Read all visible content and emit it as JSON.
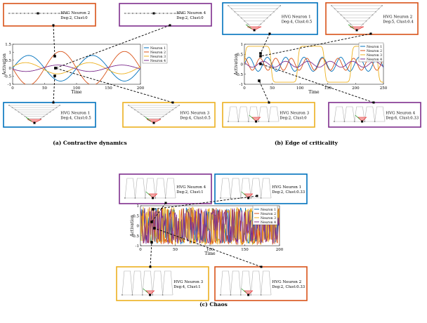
{
  "colors": {
    "neuron1": "#0072BD",
    "neuron2": "#D95319",
    "neuron3": "#EDB120",
    "neuron4": "#7E2F8E",
    "hvg_edge": "#b0b0b0",
    "hvg_node": "#666666",
    "highlight_green": "#2ca02c",
    "highlight_red": "#e41a1c"
  },
  "panels": [
    {
      "caption": "(a) Contractive dynamics",
      "chart_data": {
        "type": "line",
        "xlabel": "Time",
        "ylabel": "Activation",
        "xlim": [
          0,
          200
        ],
        "ylim": [
          -1,
          1.5
        ],
        "xticks": [
          0,
          50,
          100,
          150,
          200
        ],
        "yticks": [
          -1,
          -0.5,
          0,
          0.5,
          1,
          1.5
        ],
        "legend_position": "right",
        "series": [
          {
            "name": "Neuron 1",
            "wave": {
              "kind": "sin",
              "amp": 0.8,
              "period": 100,
              "phase": 0.0,
              "offset": 0.0
            }
          },
          {
            "name": "Neuron 2",
            "wave": {
              "kind": "sin",
              "amp": 1.05,
              "period": 100,
              "phase": 3.14,
              "offset": 0.0
            }
          },
          {
            "name": "Neuron 3",
            "wave": {
              "kind": "sin",
              "amp": 0.35,
              "period": 100,
              "phase": 0.3,
              "offset": 0.0
            }
          },
          {
            "name": "Neuron 4",
            "wave": {
              "kind": "sin",
              "amp": 0.2,
              "period": 100,
              "phase": 3.4,
              "offset": 0.0
            }
          }
        ]
      },
      "hvg_boxes": [
        {
          "title": "HVG Neuron 2",
          "stats": "Deg:2, Clust:0",
          "neuron": 2,
          "kind": "line"
        },
        {
          "title": "HVG Neuron 4",
          "stats": "Deg:2, Clust:0",
          "neuron": 4,
          "kind": "line"
        },
        {
          "title": "HVG Neuron 1",
          "stats": "Deg:4, Clust:0.5",
          "neuron": 1,
          "kind": "funnel"
        },
        {
          "title": "HVG Neuron 3",
          "stats": "Deg:4, Clust:0.5",
          "neuron": 3,
          "kind": "funnel"
        }
      ]
    },
    {
      "caption": "(b) Edge of criticality",
      "chart_data": {
        "type": "line",
        "xlabel": "Time",
        "ylabel": "Activation",
        "xlim": [
          0,
          250
        ],
        "ylim": [
          -1,
          1
        ],
        "xticks": [
          0,
          50,
          100,
          150,
          200,
          250
        ],
        "yticks": [
          -1,
          -0.5,
          0,
          0.5,
          1
        ],
        "legend_position": "top-right",
        "series": [
          {
            "name": "Neuron 1",
            "wave": {
              "kind": "sin",
              "amp": 0.35,
              "period": 33,
              "phase": 0.0,
              "offset": 0.0
            }
          },
          {
            "name": "Neuron 2",
            "wave": {
              "kind": "sin",
              "amp": 0.3,
              "period": 28,
              "phase": 1.5,
              "offset": 0.0
            }
          },
          {
            "name": "Neuron 3",
            "wave": {
              "kind": "square",
              "amp": 0.9,
              "period": 96,
              "phase": 0.0,
              "offset": 0.0
            }
          },
          {
            "name": "Neuron 4",
            "wave": {
              "kind": "sin",
              "amp": 0.15,
              "period": 40,
              "phase": 2.5,
              "offset": 0.0
            }
          }
        ]
      },
      "hvg_boxes": [
        {
          "title": "HVG Neuron 1",
          "stats": "Deg:4, Clust:0.5",
          "neuron": 1,
          "kind": "funnel"
        },
        {
          "title": "HVG Neuron 2",
          "stats": "Deg:5, Clust:0.4",
          "neuron": 2,
          "kind": "funnel"
        },
        {
          "title": "HVG Neuron 3",
          "stats": "Deg:2, Clust:0",
          "neuron": 3,
          "kind": "hex"
        },
        {
          "title": "HVG Neuron 4",
          "stats": "Deg:6, Clust:0.33",
          "neuron": 4,
          "kind": "hex"
        }
      ]
    },
    {
      "caption": "(c) Chaos",
      "chart_data": {
        "type": "line",
        "xlabel": "Time",
        "ylabel": "Activation",
        "xlim": [
          0,
          200
        ],
        "ylim": [
          -1,
          1
        ],
        "xticks": [
          0,
          50,
          100,
          150,
          200
        ],
        "yticks": [
          -1,
          -0.5,
          0,
          0.5,
          1
        ],
        "legend_position": "top-right",
        "series": [
          {
            "name": "Neuron 1",
            "wave": {
              "kind": "chaos",
              "amp": 0.9,
              "seed": 3
            }
          },
          {
            "name": "Neuron 2",
            "wave": {
              "kind": "chaos",
              "amp": 0.95,
              "seed": 7
            }
          },
          {
            "name": "Neuron 3",
            "wave": {
              "kind": "chaos",
              "amp": 0.95,
              "seed": 11
            }
          },
          {
            "name": "Neuron 4",
            "wave": {
              "kind": "chaos",
              "amp": 0.9,
              "seed": 19
            }
          }
        ]
      },
      "hvg_boxes": [
        {
          "title": "HVG Neuron 4",
          "stats": "Deg:2, Clust:1",
          "neuron": 4,
          "kind": "hex"
        },
        {
          "title": "HVG Neuron 1",
          "stats": "Deg:2, Clust:0.33",
          "neuron": 1,
          "kind": "hex"
        },
        {
          "title": "HVG Neuron 3",
          "stats": "Deg:4, Clust:1",
          "neuron": 3,
          "kind": "hex"
        },
        {
          "title": "HVG Neuron 2",
          "stats": "Deg:2, Clust:0.33",
          "neuron": 2,
          "kind": "hex"
        }
      ]
    }
  ]
}
